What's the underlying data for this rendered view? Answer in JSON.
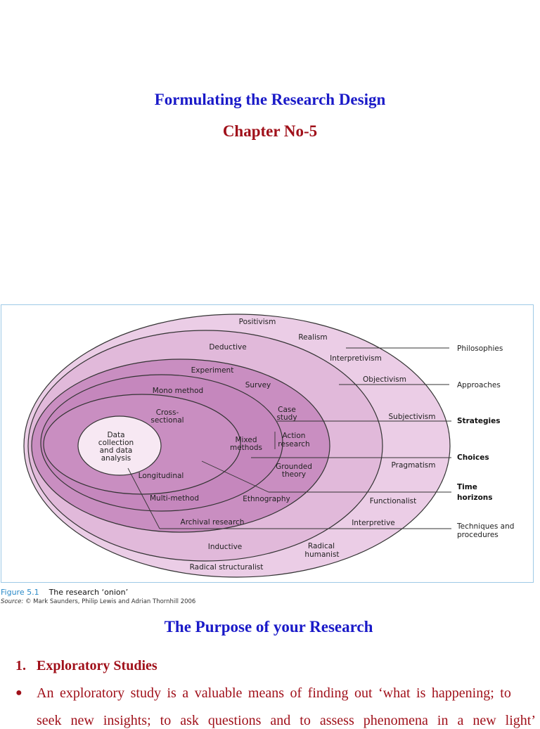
{
  "document": {
    "title": "Formulating the Research Design",
    "chapter": "Chapter No-5"
  },
  "figure": {
    "ring_labels": {
      "positivism": "Positivism",
      "realism": "Realism",
      "deductive": "Deductive",
      "interpretivism": "Interpretivism",
      "experiment": "Experiment",
      "objectivism": "Objectivism",
      "survey": "Survey",
      "mono_method": "Mono method",
      "cross_1": "Cross-",
      "cross_2": "sectional",
      "case_1": "Case",
      "case_2": "study",
      "subjectivism": "Subjectivism",
      "data_1": "Data",
      "data_2": "collection",
      "data_3": "and data",
      "data_4": "analysis",
      "mixed_1": "Mixed",
      "mixed_2": "methods",
      "action_1": "Action",
      "action_2": "research",
      "grounded_1": "Grounded",
      "grounded_2": "theory",
      "pragmatism": "Pragmatism",
      "longitudinal": "Longitudinal",
      "multi_method": "Multi-method",
      "ethnography": "Ethnography",
      "functionalist": "Functionalist",
      "archival": "Archival research",
      "interpretive": "Interpretive",
      "inductive": "Inductive",
      "radical_h_1": "Radical",
      "radical_h_2": "humanist",
      "radical_structuralist": "Radical structuralist"
    },
    "layers": {
      "philosophies": "Philosophies",
      "approaches": "Approaches",
      "strategies": "Strategies",
      "choices": "Choices",
      "time_1": "Time",
      "time_2": "horizons",
      "tech_1": "Techniques and",
      "tech_2": "procedures"
    },
    "colors": {
      "outer_ring": "#e8c8e0",
      "middle_ring": "#d9a8d0",
      "inner_ring": "#c080b8",
      "core": "#f6e6f2",
      "lines": "#333333"
    },
    "caption_number": "Figure 5.1",
    "caption_text": "The research ‘onion’",
    "source_label": "Source:",
    "source_text": "© Mark Saunders, Philip Lewis and Adrian Thornhill 2006"
  },
  "section": {
    "heading": "The Purpose of your Research",
    "item_number": "1.",
    "item_title": "Exploratory Studies",
    "bullet_text": "An exploratory study is a valuable means of finding out ‘what is happening; to",
    "bullet_text_cont": "seek new insights; to ask questions and to assess phenomena in a new light’"
  }
}
